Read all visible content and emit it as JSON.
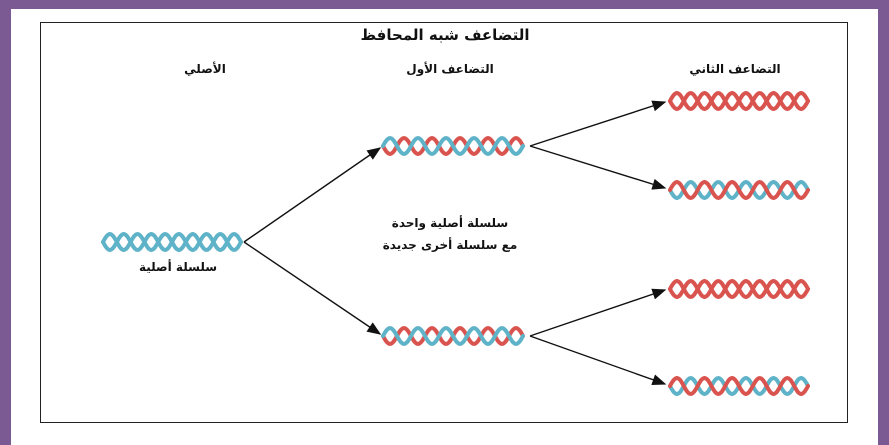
{
  "title": "التضاعف شبه المحافظ",
  "columns": {
    "original": "الأصلي",
    "first": "التضاعف الأول",
    "second": "التضاعف الثاني"
  },
  "original_label": "سلسلة أصلية",
  "middle_note": {
    "line1": "سلسلة أصلية واحدة",
    "line2": "مع سلسلة أخرى جديدة"
  },
  "colors": {
    "frame": "#7b5a93",
    "strand_red": "#d9534f",
    "strand_blue": "#5fb3c8"
  }
}
